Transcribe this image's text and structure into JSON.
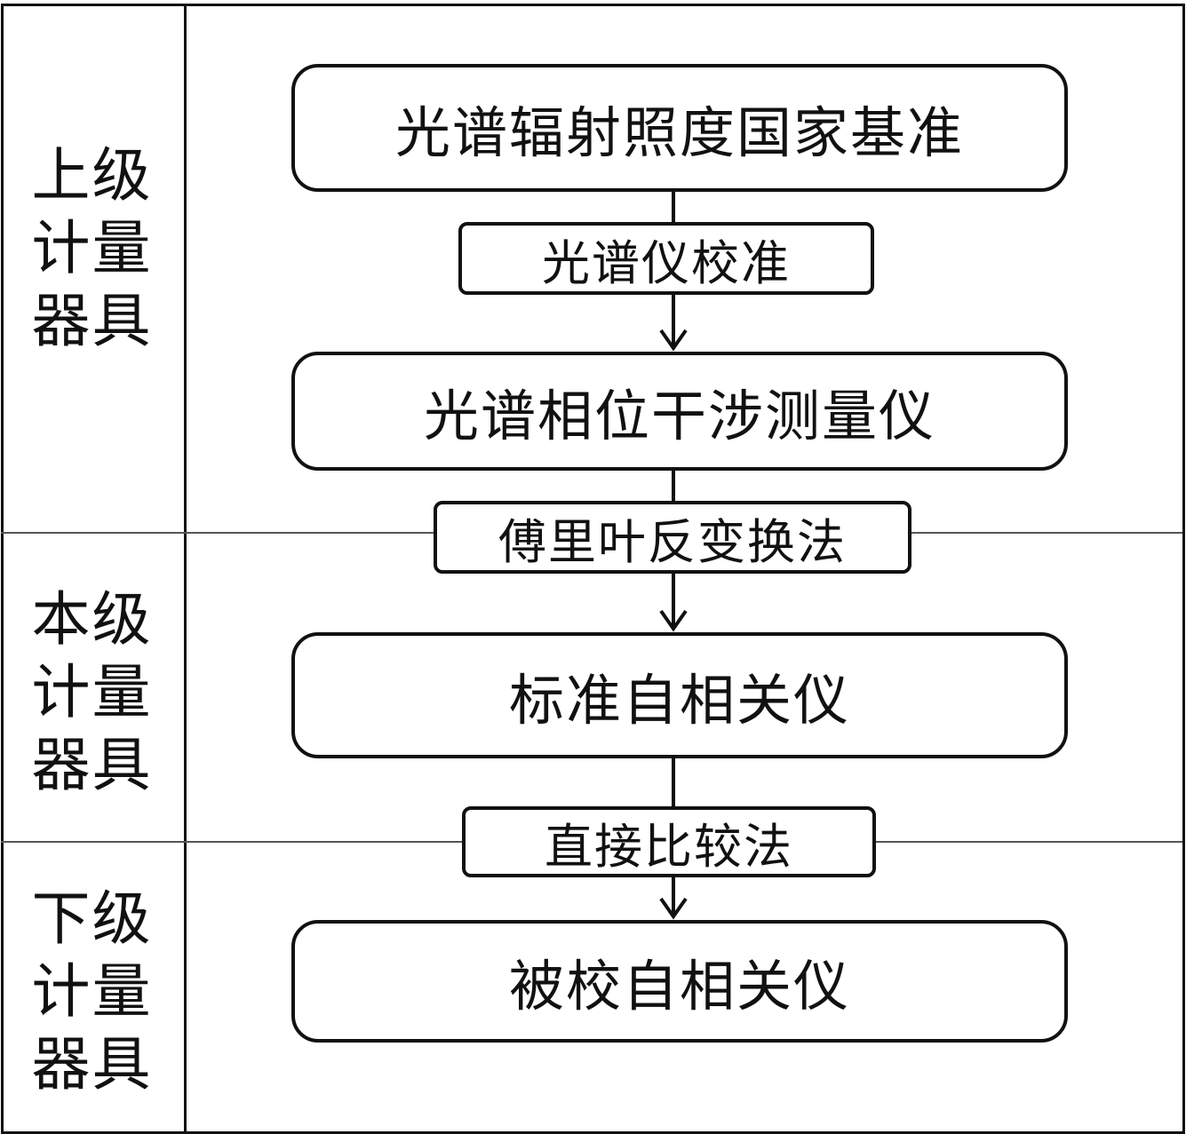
{
  "levels": [
    {
      "line1": "上级",
      "line2": "计量",
      "line3": "器具"
    },
    {
      "line1": "本级",
      "line2": "计量",
      "line3": "器具"
    },
    {
      "line1": "下级",
      "line2": "计量",
      "line3": "器具"
    }
  ],
  "nodes": {
    "national_standard": "光谱辐射照度国家基准",
    "phase_interferometer": "光谱相位干涉测量仪",
    "standard_autocorrelator": "标准自相关仪",
    "calibrated_autocorrelator": "被校自相关仪"
  },
  "methods": {
    "spectrometer_calibration": "光谱仪校准",
    "inverse_fourier": "傅里叶反变换法",
    "direct_comparison": "直接比较法"
  }
}
